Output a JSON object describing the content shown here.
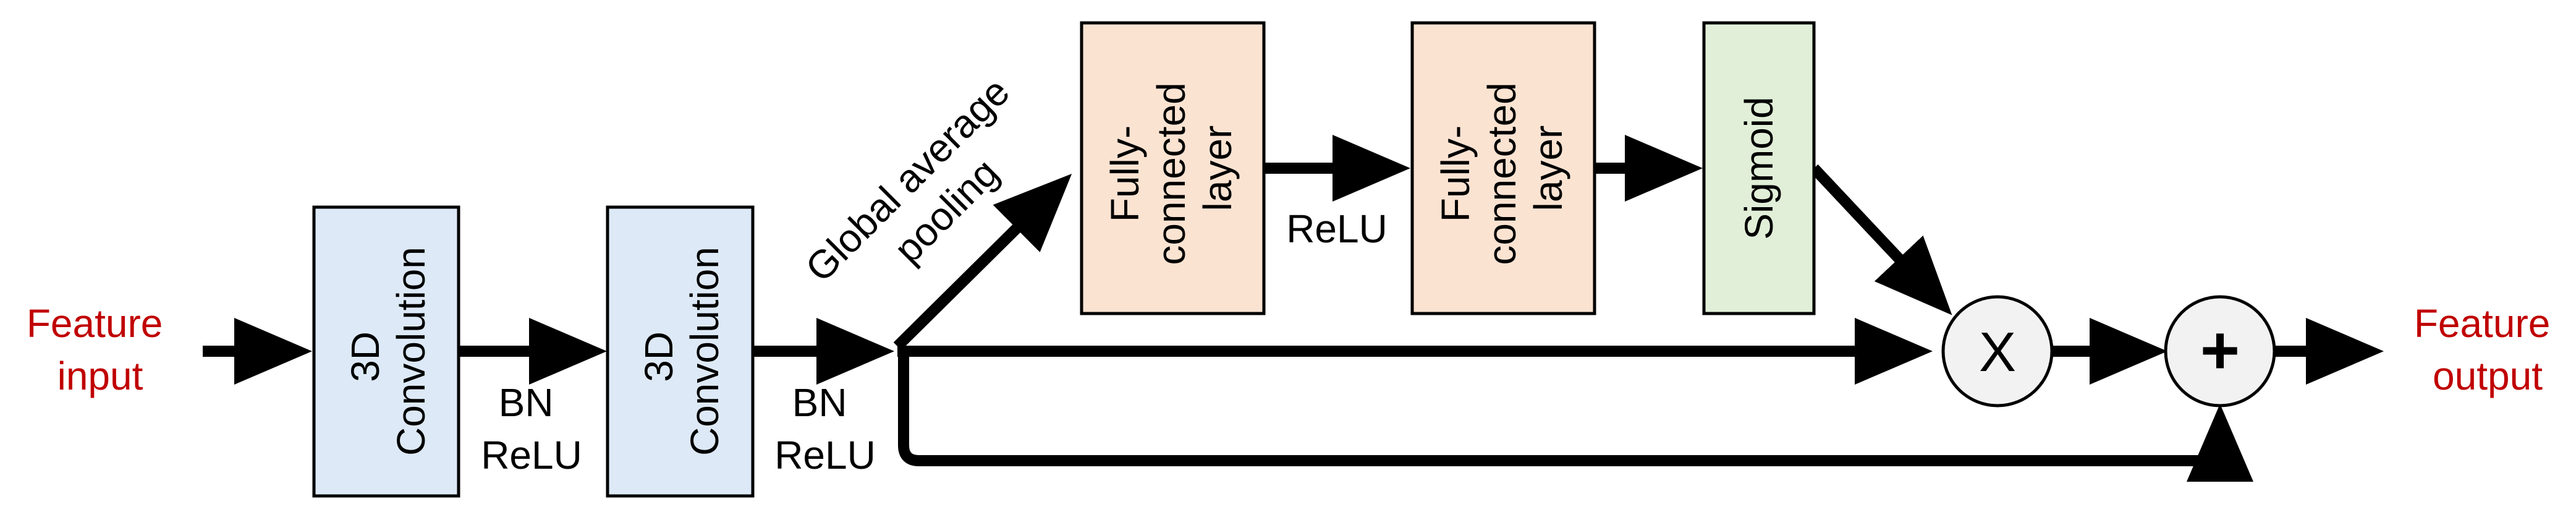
{
  "labels": {
    "feature_input": [
      "Feature",
      "input"
    ],
    "feature_output": [
      "Feature",
      "output"
    ],
    "conv1": [
      "3D",
      "Convolution"
    ],
    "conv2": [
      "3D",
      "Convolution"
    ],
    "bn_relu_1": [
      "BN",
      "ReLU"
    ],
    "bn_relu_2": [
      "BN",
      "ReLU"
    ],
    "gap": [
      "Global average",
      "pooling"
    ],
    "fc1": [
      "Fully-",
      "connected",
      "layer"
    ],
    "fc2": [
      "Fully-",
      "connected",
      "layer"
    ],
    "relu_between_fc": "ReLU",
    "sigmoid": "Sigmoid",
    "multiply_symbol": "X",
    "add_symbol": "+"
  },
  "colors": {
    "io_text": "#c00000",
    "conv_fill": "#dde9f6",
    "fc_fill": "#fbe3d2",
    "sigmoid_fill": "#e1efd9",
    "op_fill": "#f2f2f2",
    "stroke": "#000000"
  }
}
